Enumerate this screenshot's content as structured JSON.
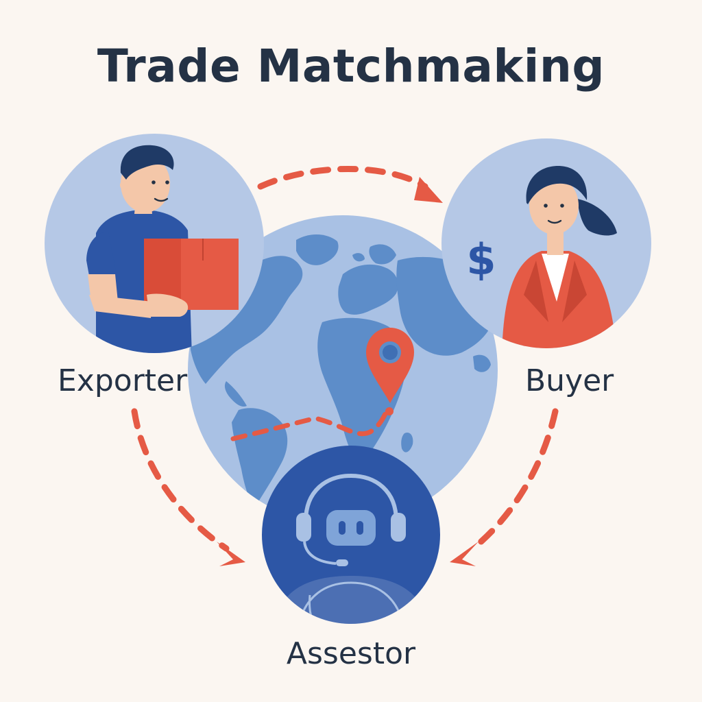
{
  "title": "Trade Matchmaking",
  "nodes": {
    "exporter": {
      "label": "Exporter",
      "icon": "person-holding-box-icon"
    },
    "buyer": {
      "label": "Buyer",
      "icon": "person-with-dollar-icon",
      "symbol": "$"
    },
    "assestor": {
      "label": "Assestor",
      "icon": "robot-headset-icon"
    },
    "center": {
      "icon": "globe-with-location-pin-icon"
    }
  },
  "edges": [
    {
      "from": "exporter",
      "to": "buyer",
      "style": "dashed-arrow"
    },
    {
      "from": "exporter",
      "to": "assestor",
      "style": "dashed-arrow"
    },
    {
      "from": "buyer",
      "to": "assestor",
      "style": "dashed-arrow"
    }
  ],
  "colors": {
    "background": "#fbf6f1",
    "text": "#243245",
    "circle": "#b5c8e6",
    "globe_ocean": "#a9c1e4",
    "globe_land": "#5d8dc9",
    "accent_red": "#e55a45",
    "navy": "#2d56a6"
  }
}
